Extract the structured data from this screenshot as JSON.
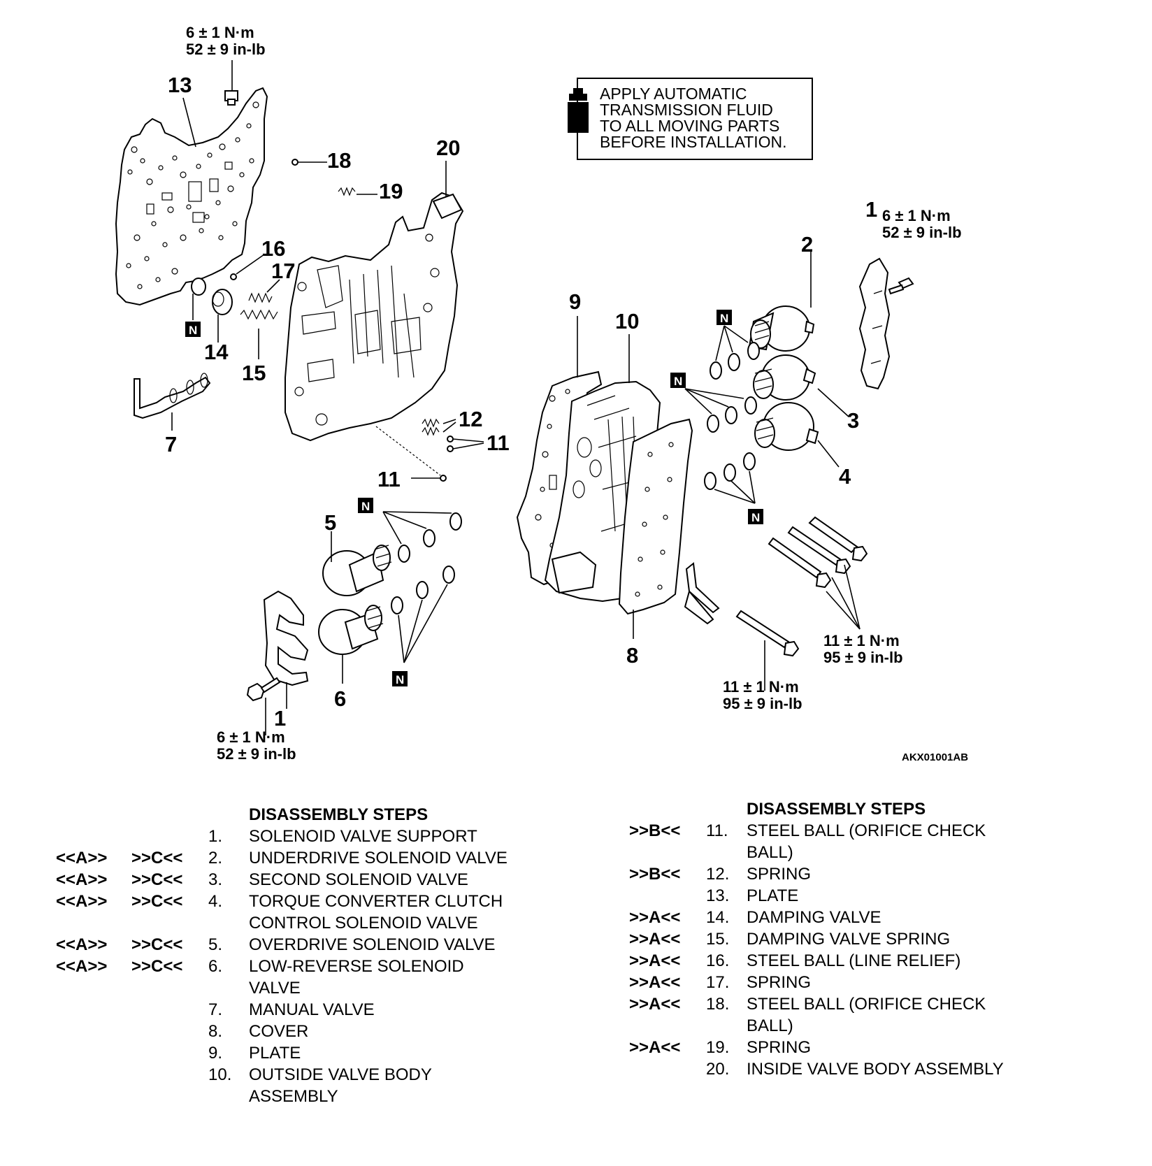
{
  "callouts": {
    "n1": "1",
    "n1b": "1",
    "n2": "2",
    "n3": "3",
    "n4": "4",
    "n5": "5",
    "n6": "6",
    "n7": "7",
    "n8": "8",
    "n9": "9",
    "n10": "10",
    "n11a": "11",
    "n11b": "11",
    "n12": "12",
    "n13": "13",
    "n14": "14",
    "n15": "15",
    "n16": "16",
    "n17": "17",
    "n18": "18",
    "n19": "19",
    "n20": "20"
  },
  "torque": {
    "top_nm": "6 ± 1 N·m",
    "top_inlb": "52 ± 9 in-lb",
    "right_nm": "6 ± 1 N·m",
    "right_inlb": "52 ± 9 in-lb",
    "bottom_nm": "6 ± 1 N·m",
    "bottom_inlb": "52 ± 9 in-lb",
    "bolt1_nm": "11 ± 1 N·m",
    "bolt1_inlb": "95 ± 9 in-lb",
    "bolt2_nm": "11 ± 1 N·m",
    "bolt2_inlb": "95 ± 9 in-lb"
  },
  "note": {
    "line1": "APPLY AUTOMATIC",
    "line2": "TRANSMISSION FLUID",
    "line3": "TO ALL MOVING PARTS",
    "line4": "BEFORE INSTALLATION."
  },
  "new_part_mark": "N",
  "figure_code": "AKX01001AB",
  "legend_left": {
    "heading": "DISASSEMBLY STEPS",
    "rows": [
      {
        "m1": "",
        "m2": "",
        "num": "1.",
        "text": "SOLENOID VALVE SUPPORT"
      },
      {
        "m1": "<<A>>",
        "m2": ">>C<<",
        "num": "2.",
        "text": "UNDERDRIVE SOLENOID VALVE"
      },
      {
        "m1": "<<A>>",
        "m2": ">>C<<",
        "num": "3.",
        "text": "SECOND SOLENOID VALVE"
      },
      {
        "m1": "<<A>>",
        "m2": ">>C<<",
        "num": "4.",
        "text": "TORQUE CONVERTER CLUTCH CONTROL SOLENOID VALVE"
      },
      {
        "m1": "<<A>>",
        "m2": ">>C<<",
        "num": "5.",
        "text": "OVERDRIVE SOLENOID VALVE"
      },
      {
        "m1": "<<A>>",
        "m2": ">>C<<",
        "num": "6.",
        "text": "LOW-REVERSE SOLENOID VALVE"
      },
      {
        "m1": "",
        "m2": "",
        "num": "7.",
        "text": "MANUAL VALVE"
      },
      {
        "m1": "",
        "m2": "",
        "num": "8.",
        "text": "COVER"
      },
      {
        "m1": "",
        "m2": "",
        "num": "9.",
        "text": "PLATE"
      },
      {
        "m1": "",
        "m2": "",
        "num": "10.",
        "text": "OUTSIDE VALVE BODY ASSEMBLY"
      }
    ]
  },
  "legend_right": {
    "heading": "DISASSEMBLY STEPS",
    "rows": [
      {
        "m": ">>B<<",
        "num": "11.",
        "text": "STEEL BALL (ORIFICE CHECK BALL)"
      },
      {
        "m": ">>B<<",
        "num": "12.",
        "text": "SPRING"
      },
      {
        "m": "",
        "num": "13.",
        "text": "PLATE"
      },
      {
        "m": ">>A<<",
        "num": "14.",
        "text": "DAMPING VALVE"
      },
      {
        "m": ">>A<<",
        "num": "15.",
        "text": "DAMPING VALVE SPRING"
      },
      {
        "m": ">>A<<",
        "num": "16.",
        "text": "STEEL BALL (LINE RELIEF)"
      },
      {
        "m": ">>A<<",
        "num": "17.",
        "text": "SPRING"
      },
      {
        "m": ">>A<<",
        "num": "18.",
        "text": "STEEL BALL (ORIFICE CHECK BALL)"
      },
      {
        "m": ">>A<<",
        "num": "19.",
        "text": "SPRING"
      },
      {
        "m": "",
        "num": "20.",
        "text": "INSIDE VALVE BODY ASSEMBLY"
      }
    ]
  }
}
